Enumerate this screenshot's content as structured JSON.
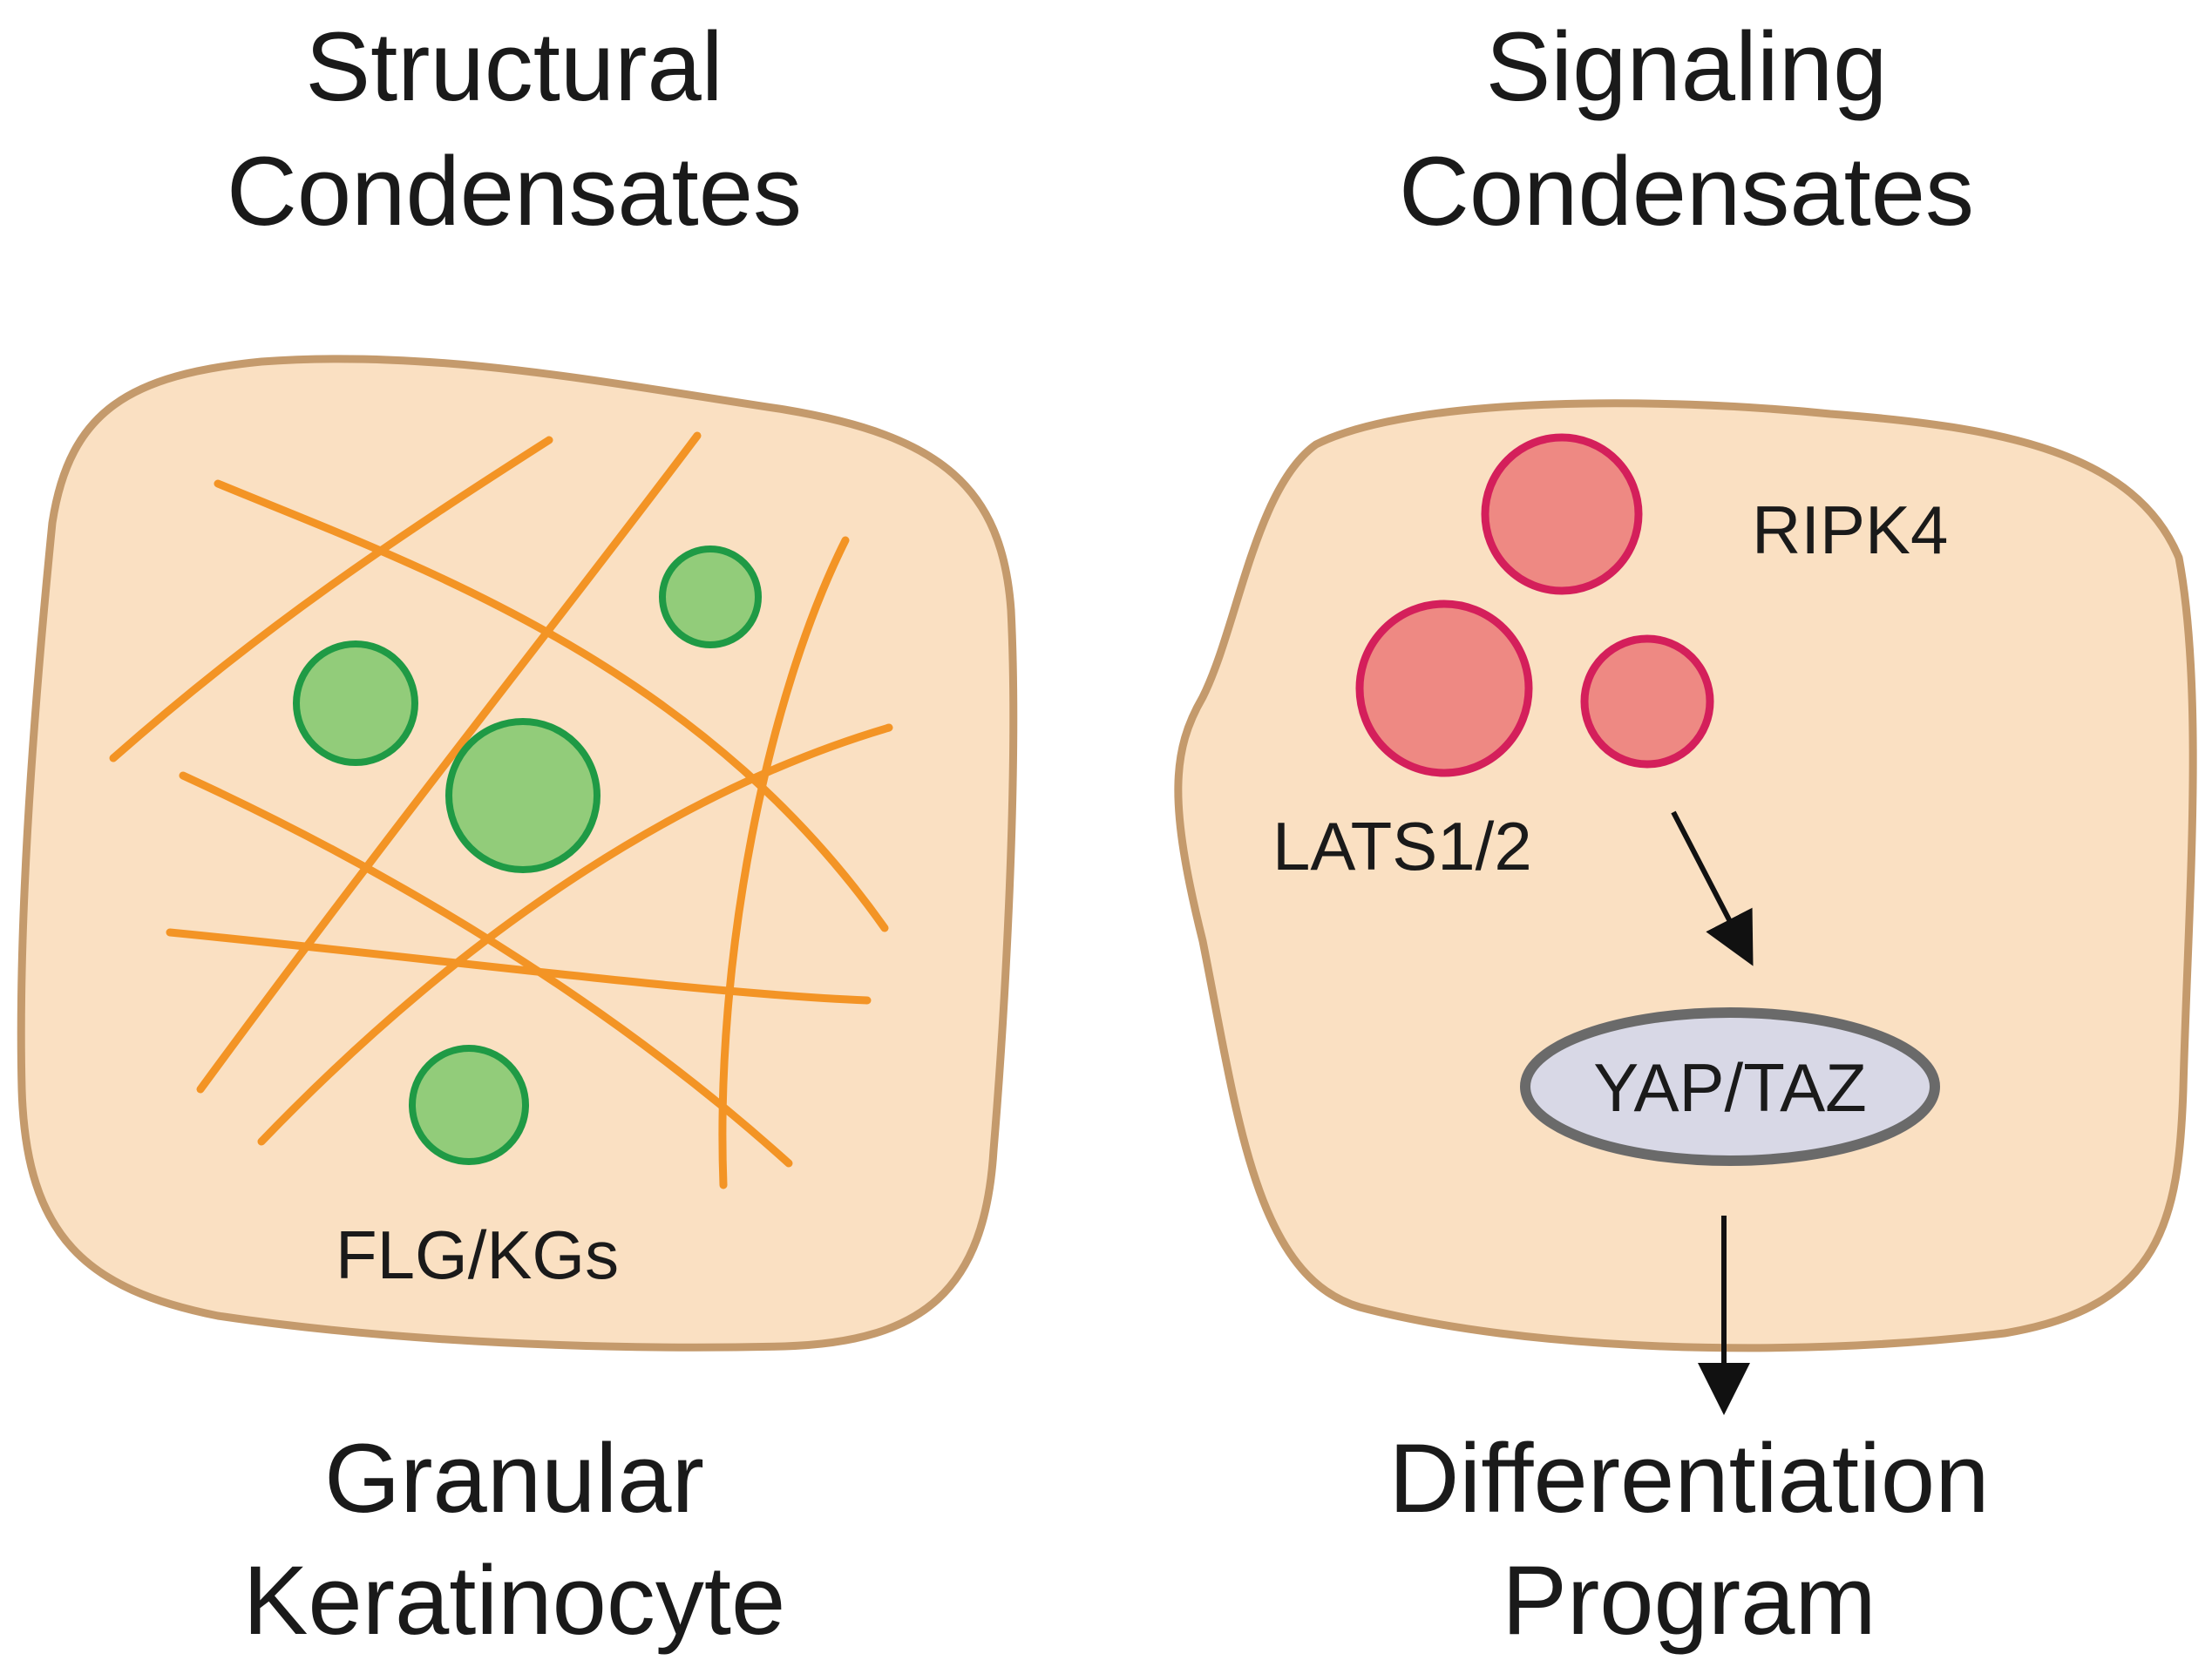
{
  "left_panel": {
    "title_line1": "Structural",
    "title_line2": "Condensates",
    "granule_label": "FLG/KGs",
    "footer_line1": "Granular",
    "footer_line2": "Keratinocyte"
  },
  "right_panel": {
    "title_line1": "Signaling",
    "title_line2": "Condensates",
    "ripk4_label": "RIPK4",
    "lats_label": "LATS1/2",
    "yap_label": "YAP/TAZ",
    "footer_line1": "Differentiation",
    "footer_line2": "Program"
  },
  "colors": {
    "cell_fill": "#fae0c2",
    "cell_outline": "#c49a6c",
    "filament": "#f39425",
    "granule_fill": "#92cc7a",
    "granule_outline": "#1f9a45",
    "condensate_fill": "#ee8983",
    "condensate_outline": "#d41f5b",
    "yap_fill": "#d8d8e6",
    "yap_outline": "#6a6a6a",
    "arrow": "#111111"
  }
}
